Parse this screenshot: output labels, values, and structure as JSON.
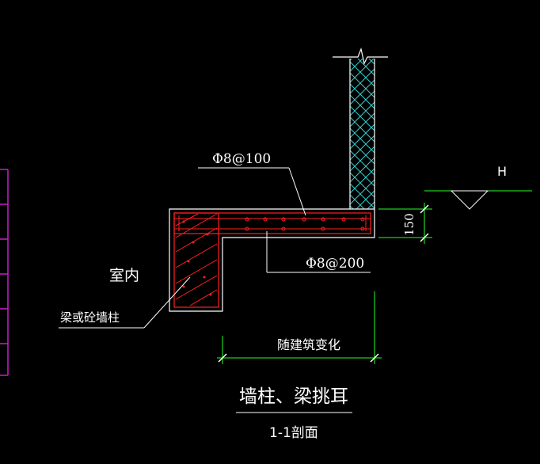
{
  "drawing": {
    "title": "墙柱、梁挑耳",
    "subtitle": "1-1剖面",
    "top_rebar_label": "Φ8@100",
    "bottom_rebar_label": "Φ8@200",
    "height_dim": "150",
    "level_mark": "H",
    "indoor_label": "室内",
    "support_label": "梁或砼墙柱",
    "width_dim_label": "随建筑变化"
  },
  "colors": {
    "background": "#000000",
    "line_white": "#ffffff",
    "concrete_red": "#ff2020",
    "hatch_cyan": "#33cccc",
    "dimension_green": "#22ff22",
    "side_panel_magenta": "#c81ec8"
  }
}
